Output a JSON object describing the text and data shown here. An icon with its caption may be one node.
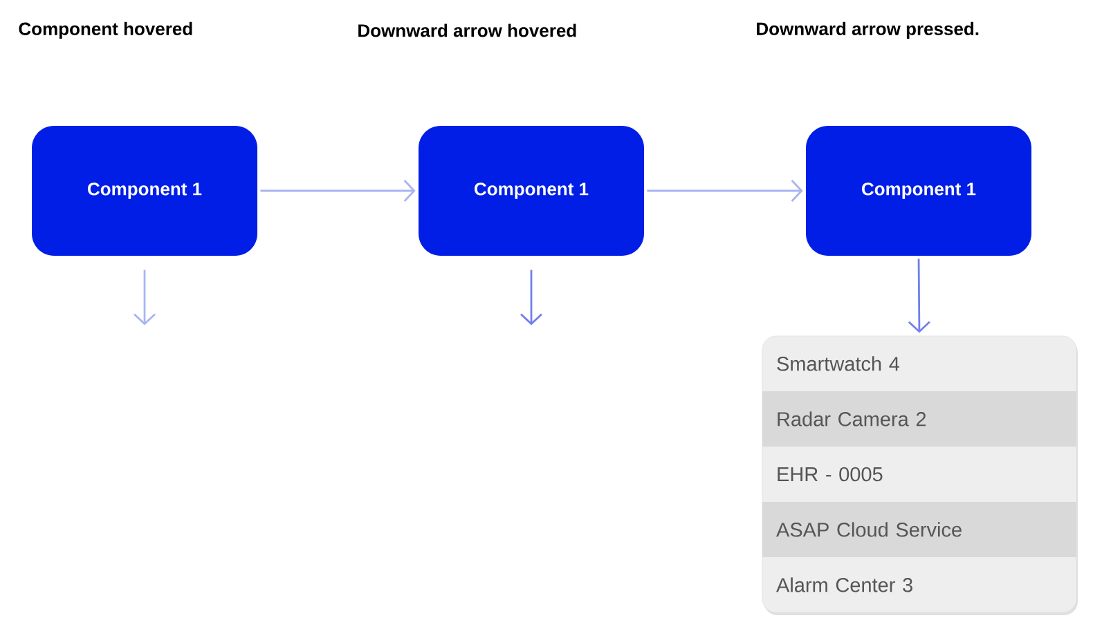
{
  "diagram": {
    "nodes": [
      {
        "text": [
          "Component 1"
        ]
      },
      {
        "text": [
          "Component 1"
        ]
      },
      {
        "text": [
          "Component 1"
        ]
      },
      {
        "text": [],
        "shape": "box"
      },
      {
        "text": [
          "Smartwatch 4"
        ],
        "in": 3
      },
      {
        "text": [
          "Radar Camera 2"
        ],
        "in": 3
      },
      {
        "text": [
          "EHR - 0005"
        ],
        "in": 3
      },
      {
        "text": [
          "ASAP Cloud Service"
        ],
        "in": 3
      },
      {
        "text": [
          "Alarm Center 3"
        ],
        "in": 3
      }
    ],
    "edges": [
      {
        "from": 0,
        "to": 1,
        "arrow": "to"
      },
      {
        "from": 1,
        "to": 2,
        "arrow": "to"
      },
      {
        "from": 0,
        "to": null,
        "arrow": "to"
      },
      {
        "from": 1,
        "to": null,
        "arrow": "to",
        "color": "#6f80ea"
      },
      {
        "from": 2,
        "to": 3,
        "arrow": "to",
        "color": "#6f80ea"
      }
    ],
    "labels": [
      "Component hovered",
      "Downward arrow hovered",
      "Downward arrow pressed."
    ]
  }
}
